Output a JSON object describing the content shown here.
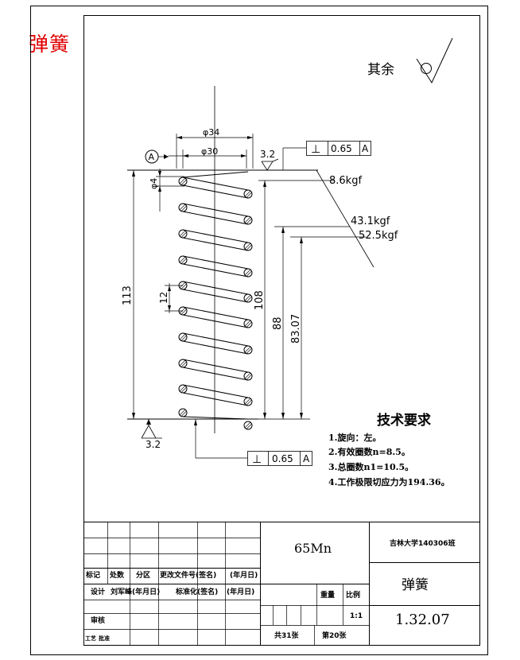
{
  "page_title": "弹簧",
  "roughness": {
    "label": "其余",
    "value_top": "3.2",
    "value_bottom": "3.2"
  },
  "datum": {
    "letter": "A"
  },
  "dimensions": {
    "outer_diameter": "φ34",
    "inner_diameter": "φ30",
    "wire_diameter": "φ4",
    "pitch": "12",
    "free_length": "113",
    "length_1": "108",
    "length_2": "88",
    "length_3": "83.07"
  },
  "loads": {
    "f1": "8.6kgf",
    "f2": "43.1kgf",
    "f3": "52.5kgf"
  },
  "tolerance": {
    "symbol": "⊥",
    "value": "0.65",
    "datum": "A"
  },
  "tech_requirements": {
    "title": "技术要求",
    "items": [
      "1.旋向：左。",
      "2.有效圈数n=8.5。",
      "3.总圈数n1=10.5。",
      "4.工作极限切应力为194.36。"
    ]
  },
  "title_block": {
    "material": "65Mn",
    "school": "吉林大学140306班",
    "part_name": "弹簧",
    "drawing_no": "1.32.07",
    "scale": "1:1",
    "sheet_total": "共31张",
    "sheet_no": "第20张",
    "weight_label": "重量",
    "scale_label": "比例",
    "labels": {
      "mark": "标记",
      "count": "处数",
      "zone": "分区",
      "change_doc": "更改文件号(签名)",
      "date1": "(年月日)",
      "design": "设计",
      "designer": "刘军峰(年月日)",
      "standard": "标准化(签名)",
      "date2": "(年月日)",
      "review": "审核",
      "process": "工艺",
      "approve": "批准"
    }
  }
}
